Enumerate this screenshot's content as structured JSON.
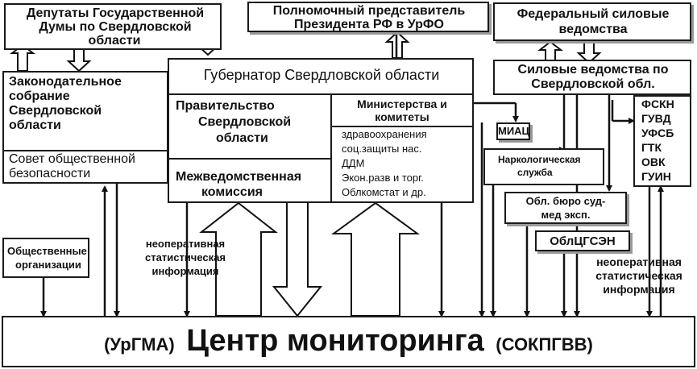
{
  "diagram": {
    "duma": [
      "Депутаты Государственной",
      "Думы по Свердловской",
      "области"
    ],
    "presidential_rep": [
      "Полномочный представитель",
      "Президента РФ в УрФО"
    ],
    "federal_power": [
      "Федеральный силовые",
      "ведомства"
    ],
    "governor": "Губернатор Свердловской области",
    "regional_power": [
      "Силовые ведомства по",
      "Свердловской обл."
    ],
    "legislative": [
      "Законодательное",
      "собрание",
      "Свердловской",
      "области"
    ],
    "security_council": [
      "Совет общественной",
      "безопасности"
    ],
    "government": [
      "Правительство",
      "Свердловской",
      "области"
    ],
    "interagency": [
      "Межведомственная",
      "комиссия"
    ],
    "ministries_title": [
      "Министерства и",
      "комитеты"
    ],
    "ministries_list": [
      "здравоохранения",
      "соц.защиты нас.",
      "ДДМ",
      "Экон.разв и торг.",
      "Облкомстат и др."
    ],
    "miac": "МИАЦ",
    "narcology": [
      "Наркологическая",
      "служба"
    ],
    "forensic": [
      "Обл. бюро суд-",
      "мед эксп."
    ],
    "cgsen": "ОблЦГСЭН",
    "agencies": [
      "ФСКН",
      "ГУВД",
      "УФСБ",
      "ГТК",
      "ОВК",
      "ГУИН"
    ],
    "public_orgs": [
      "Общественные",
      "организации"
    ],
    "nonop_left": [
      "неоперативная",
      "статистическая",
      "информация"
    ],
    "nonop_right": [
      "неоперативная",
      "статистическая",
      "информация"
    ],
    "center_prefix": "(УрГМА)",
    "center_main": "Центр мониторинга",
    "center_suffix": "(СОКПГВВ)"
  }
}
